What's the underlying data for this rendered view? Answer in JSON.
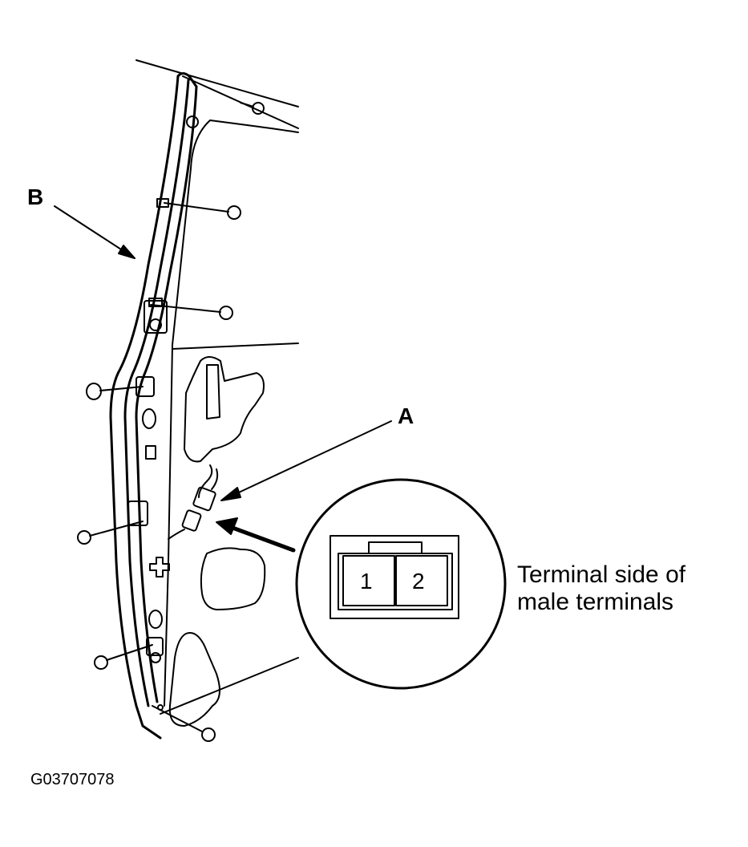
{
  "callouts": {
    "a": "A",
    "b": "B"
  },
  "connector": {
    "pins": [
      "1",
      "2"
    ]
  },
  "caption": {
    "line1": "Terminal side of",
    "line2": "male terminals"
  },
  "figure_id": "G03707078",
  "colors": {
    "ink": "#000000",
    "paper": "#ffffff"
  }
}
